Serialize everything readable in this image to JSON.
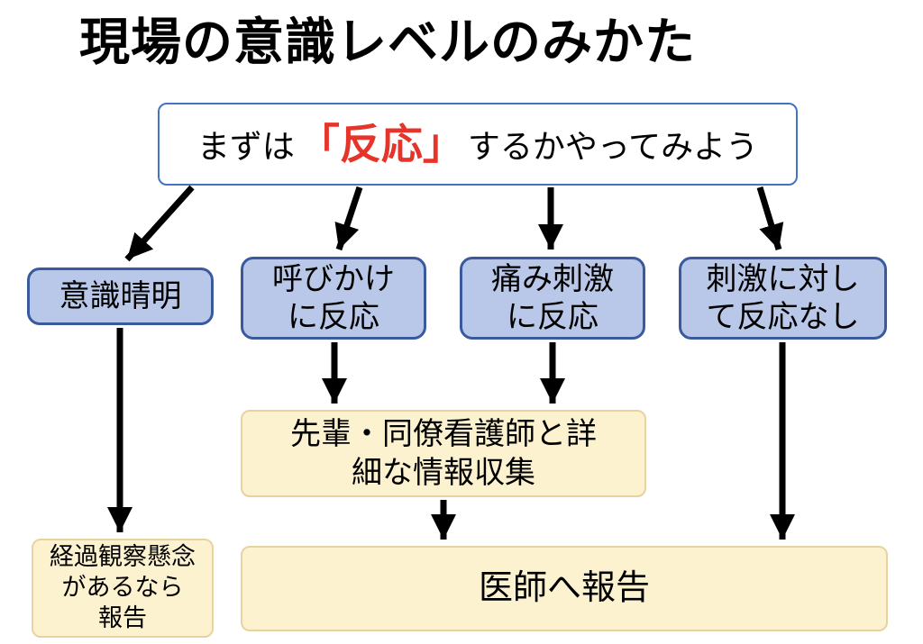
{
  "colors": {
    "box-blue-fill": "#b9c7e8",
    "box-blue-border": "#3a5a9e",
    "box-yellow-fill": "#fdf2cf",
    "box-yellow-border": "#e6d3a0",
    "top-box-border": "#4472c4",
    "highlight-red": "#e5342a",
    "arrow-black": "#000000"
  },
  "title": "現場の意識レベルのみかた",
  "top_box": {
    "prefix": "まずは",
    "highlight": "「反応」",
    "suffix": "するかやってみよう"
  },
  "levels": [
    {
      "label": "意識晴明"
    },
    {
      "label": "呼びかけ\nに反応"
    },
    {
      "label": "痛み刺激\nに反応"
    },
    {
      "label": "刺激に対し\nて反応なし"
    }
  ],
  "info_box": {
    "label": "先輩・同僚看護師と詳\n細な情報収集"
  },
  "observe_box": {
    "label": "経過観察懸念\nがあるなら\n報告"
  },
  "report_box": {
    "label": "医師へ報告"
  }
}
